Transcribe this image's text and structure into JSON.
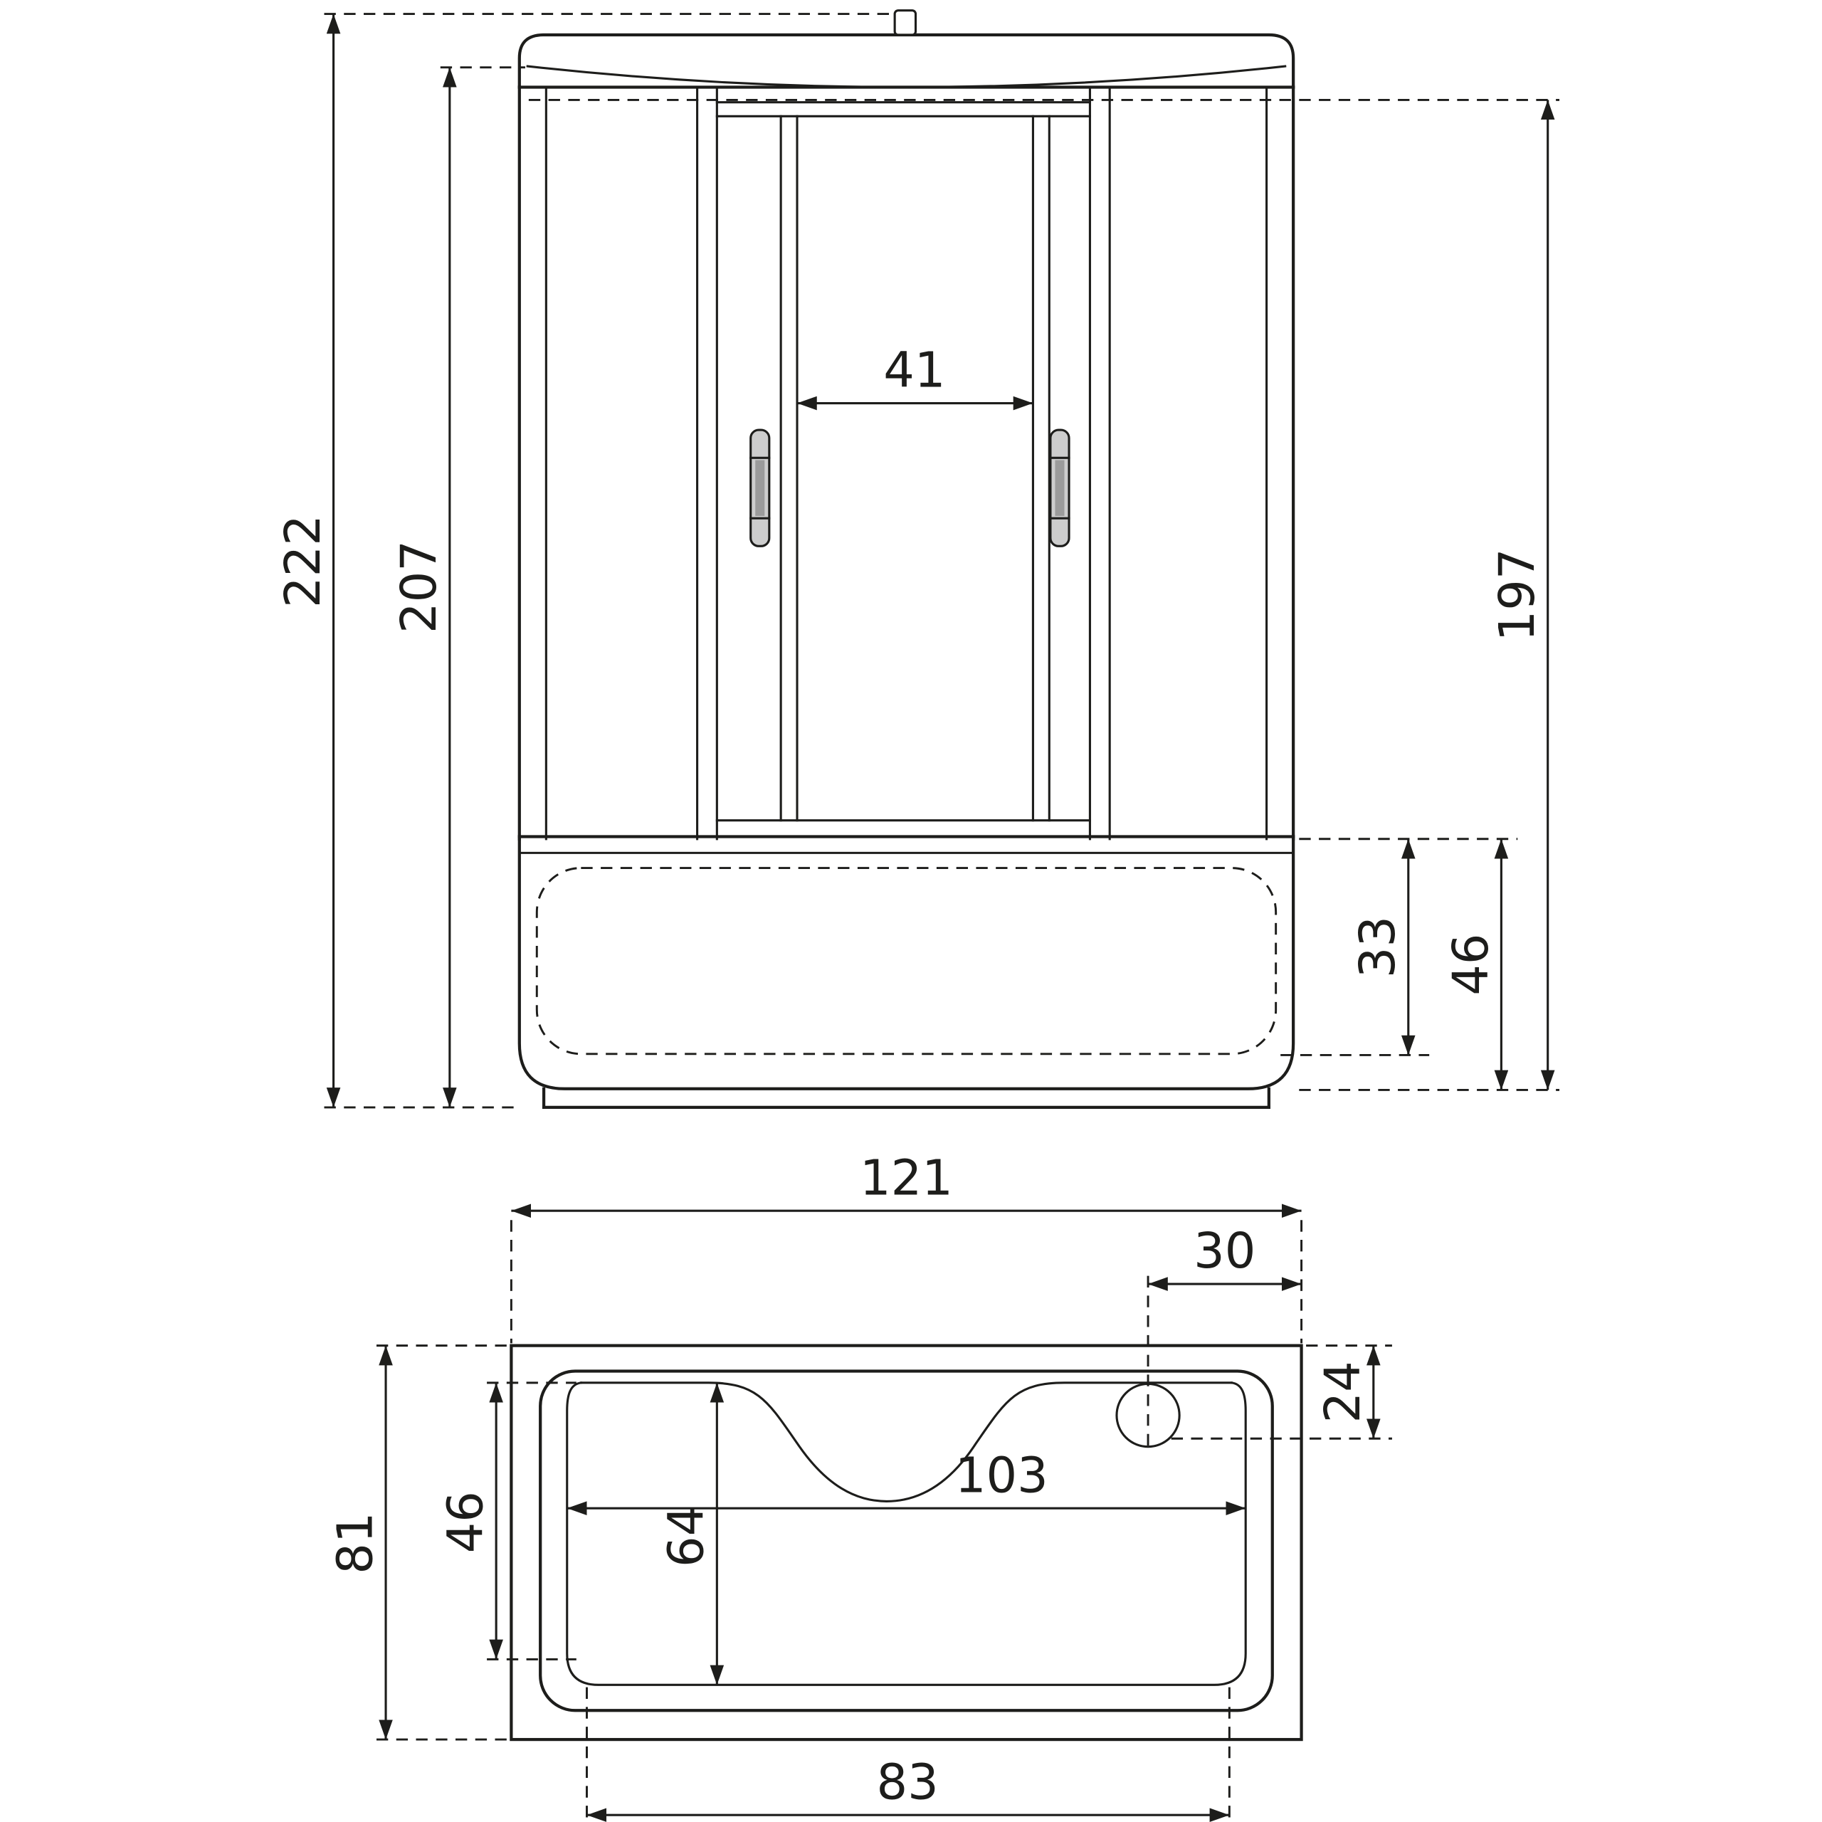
{
  "colors": {
    "line": "#1d1d1b",
    "background": "#ffffff",
    "handle_fill": "#cdcdcd",
    "handle_inner": "#9b9b9b"
  },
  "front_view": {
    "overall_height": "222",
    "cabin_height": "207",
    "door_opening_width": "41",
    "inner_height": "197",
    "tray_depth": "33",
    "tray_total_height": "46"
  },
  "plan_view": {
    "overall_width": "121",
    "drain_offset_width": "30",
    "drain_offset_depth": "24",
    "overall_depth": "81",
    "inner_left_depth": "46",
    "inner_length": "103",
    "inner_depth": "64",
    "bottom_length": "83"
  }
}
